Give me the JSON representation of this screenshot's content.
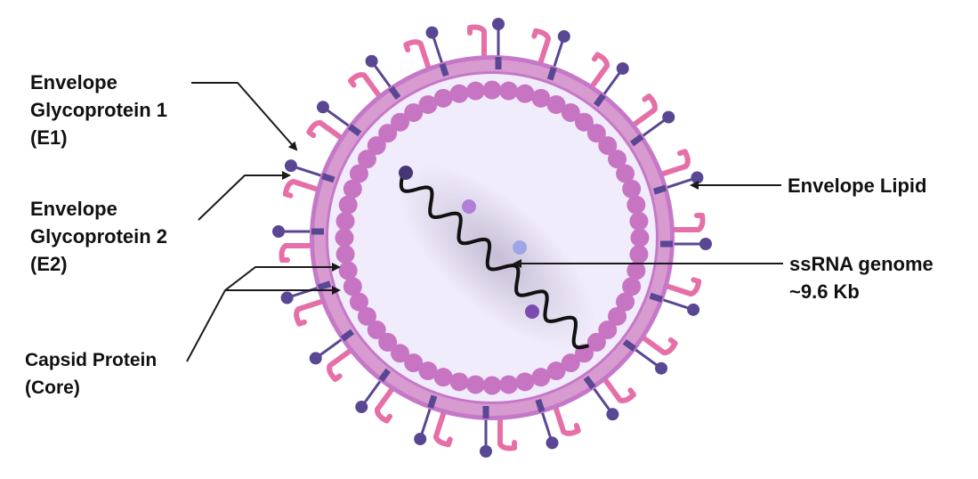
{
  "labels": {
    "e1": [
      "Envelope",
      "Glycoprotein 1",
      "(E1)"
    ],
    "e2": [
      "Envelope",
      "Glycoprotein 2",
      "(E2)"
    ],
    "capsid": [
      "Capsid Protein",
      "(Core)"
    ],
    "lipid": "Envelope Lipid",
    "genome": [
      "ssRNA genome",
      "~9.6 Kb"
    ]
  },
  "colors": {
    "membrane_outer": "#c678c8",
    "membrane_band": "#d79bd0",
    "interior": "#f1ecfb",
    "capsid": "#c775c3",
    "e1_glycoprotein": "#5a4794",
    "e2_glycoprotein": "#e56fa6",
    "rna": "#111111"
  }
}
